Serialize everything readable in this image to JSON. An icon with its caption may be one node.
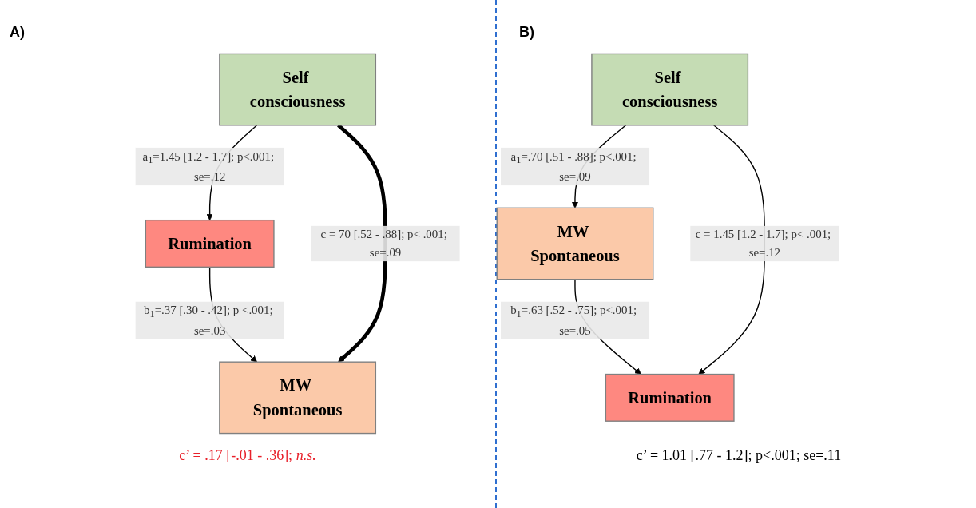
{
  "diagram": {
    "nodes": [
      {
        "text": [
          "Rumination"
        ]
      },
      {
        "text": [
          "Self consciousness"
        ]
      },
      {
        "text": [
          "MW Spontaneous"
        ]
      },
      {
        "text": [
          "MW Spontaneous"
        ]
      },
      {
        "text": [
          "Self consciousness"
        ]
      },
      {
        "text": [
          "Rumination"
        ]
      }
    ],
    "edges": [
      {
        "from": 1,
        "to": 0,
        "arrow": "to",
        "label": "a$_{1}$=1.45 [1.2 - 1.7]; p<.001; se=.12"
      },
      {
        "from": 0,
        "to": 2,
        "arrow": "to",
        "label": "b$_{1}$=.37 [.30 - .42]; p <.001; se=.03"
      },
      {
        "from": 1,
        "to": 2,
        "arrow": "to",
        "label": "c = 70 [.52 - .88]; p< .001; se=.09",
        "style": "thick"
      },
      {
        "from": 4,
        "to": 3,
        "arrow": "to",
        "label": "a$_{1}$=.70 [.51 - .88]; p<.001; se=.09"
      },
      {
        "from": 3,
        "to": 5,
        "arrow": "to",
        "label": "b$_{1}$=.63 [.52 - .75]; p<.001; se=.05"
      },
      {
        "from": 4,
        "to": 5,
        "arrow": "to",
        "label": "c = 1.45 [1.2 - 1.7]; p< .001; se=.12"
      }
    ],
    "labels": [
      "A)",
      "B)",
      "c’ = .17 [-.01 - .36]; *n.s.*",
      "c’ = 1.01 [.77 - 1.2]; p<.001; se=.11"
    ]
  }
}
